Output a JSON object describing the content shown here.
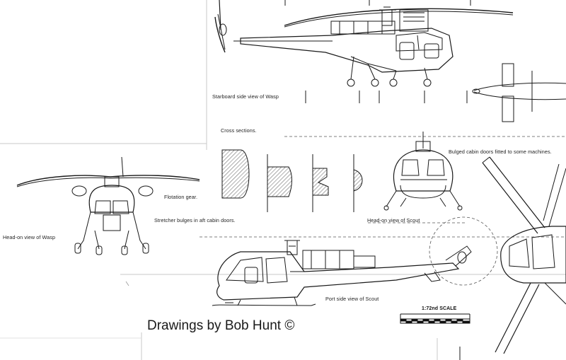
{
  "labels": {
    "starboard_wasp": "Starboard side view of Wasp",
    "cross_sections": "Cross sections.",
    "bulged_doors": "Bulged cabin doors fitted to some machines.",
    "flotation": "Flotation gear.",
    "stretcher": "Stretcher bulges in aft cabin doors.",
    "head_on_wasp": "Head-on view of Wasp",
    "head_on_scout": "Head-on view of Scout",
    "port_scout": "Port side view of Scout",
    "scale": "1:72nd SCALE",
    "credit": "Drawings by Bob Hunt ©"
  },
  "colors": {
    "ink": "#1a1a1a",
    "paper": "#ffffff",
    "shadow": "#d8d8d8"
  }
}
